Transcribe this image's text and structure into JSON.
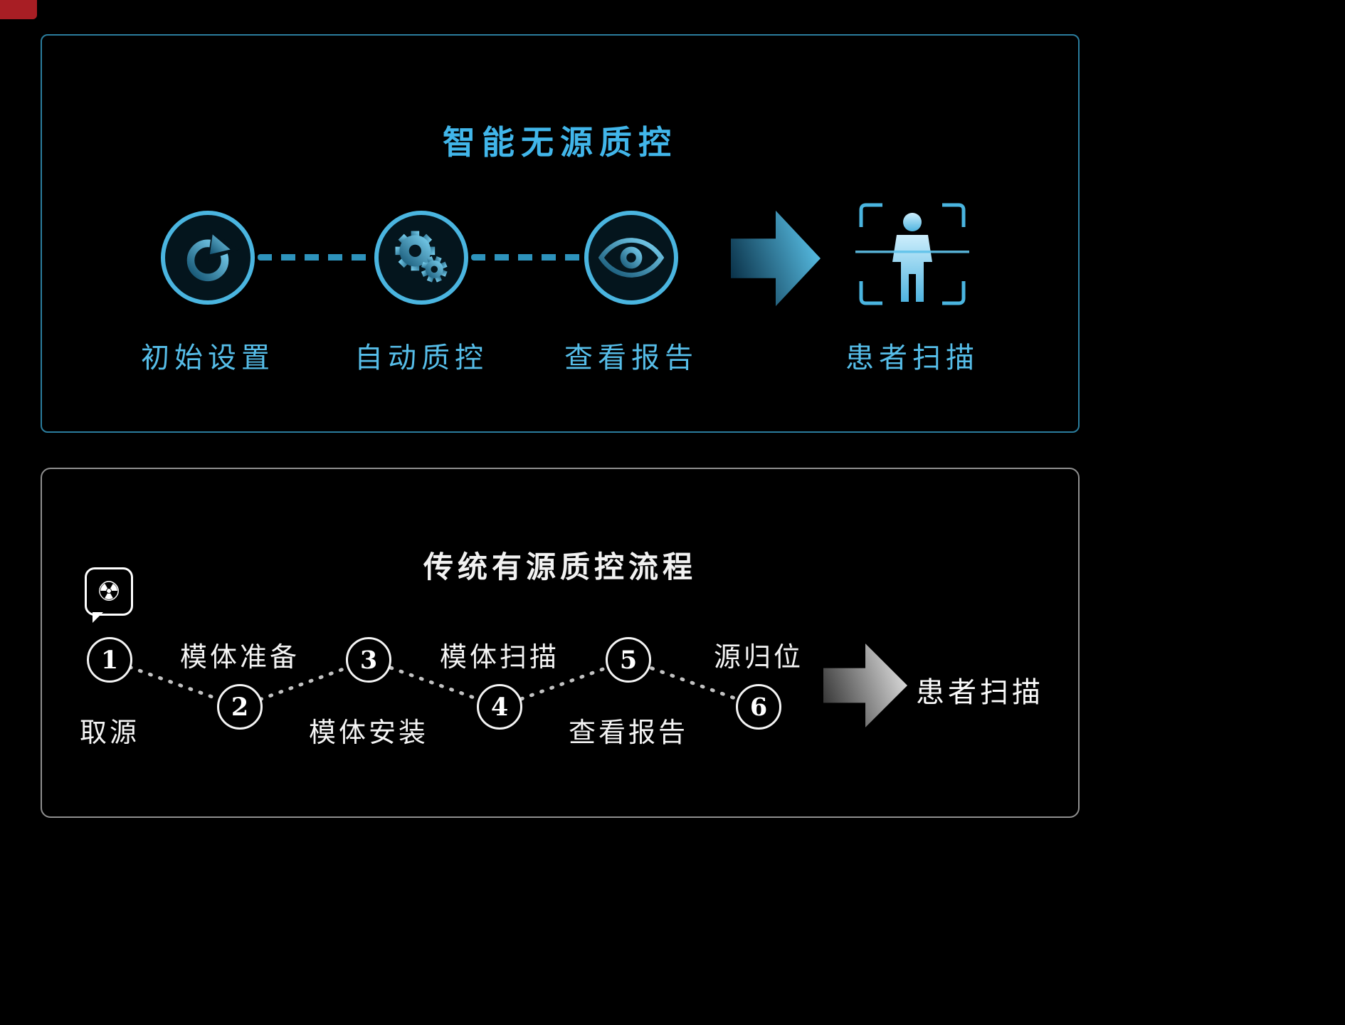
{
  "background": "#000000",
  "corner_mark": {
    "color": "#a81e24"
  },
  "top_panel": {
    "title": "智能无源质控",
    "accent_color": "#4ab5e0",
    "title_color": "#41b6ea",
    "steps": [
      {
        "icon": "refresh-icon",
        "label": "初始设置"
      },
      {
        "icon": "gears-icon",
        "label": "自动质控"
      },
      {
        "icon": "eye-icon",
        "label": "查看报告"
      }
    ],
    "arrow_icon": "right-arrow",
    "result": {
      "icon": "patient-scan-frame-icon",
      "label": "患者扫描"
    }
  },
  "bottom_panel": {
    "title": "传统有源质控流程",
    "radiation_icon_glyph": "☢",
    "steps": [
      {
        "num": "1",
        "label": "取源"
      },
      {
        "num": "2",
        "label": "模体准备"
      },
      {
        "num": "3",
        "label": "模体安装"
      },
      {
        "num": "4",
        "label": "模体扫描"
      },
      {
        "num": "5",
        "label": "查看报告"
      },
      {
        "num": "6",
        "label": "源归位"
      }
    ],
    "arrow_icon": "right-arrow",
    "result": {
      "label": "患者扫描"
    }
  }
}
